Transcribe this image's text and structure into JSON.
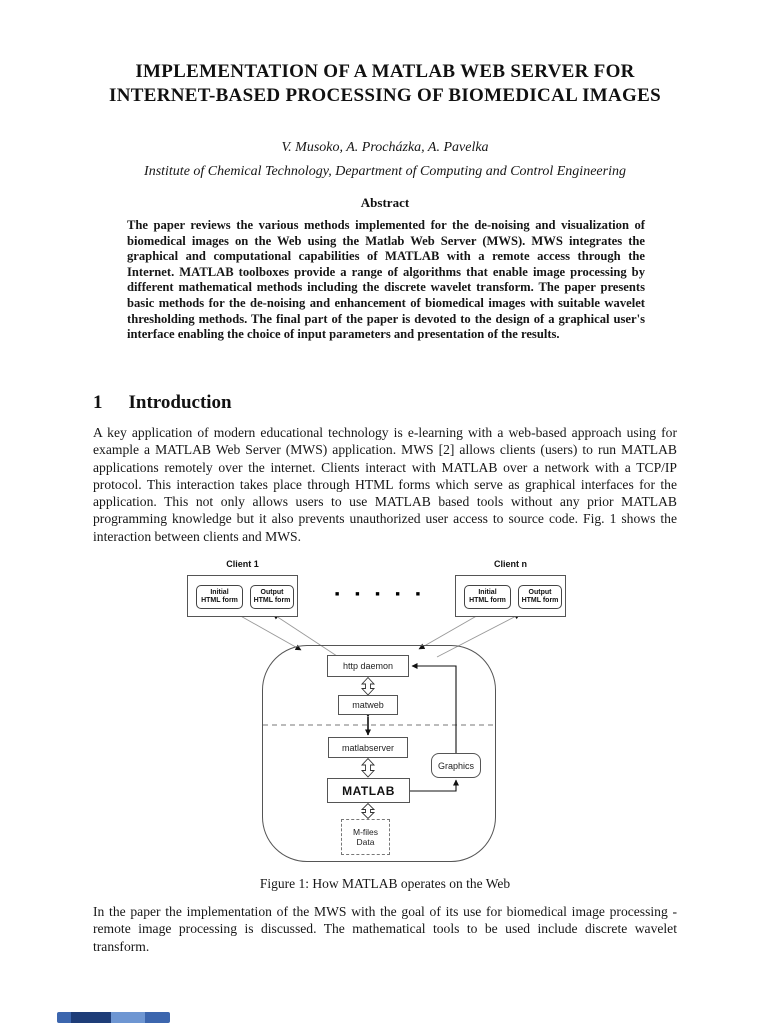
{
  "document": {
    "title": "IMPLEMENTATION OF A MATLAB WEB SERVER FOR INTERNET-BASED PROCESSING OF BIOMEDICAL IMAGES",
    "authors": "V. Musoko, A. Procházka, A. Pavelka",
    "affiliation": "Institute of Chemical Technology, Department of Computing and Control Engineering",
    "abstract": {
      "heading": "Abstract",
      "body": "The paper reviews the various methods implemented for the de-noising and visualization of biomedical images on the Web using the Matlab Web Server (MWS). MWS integrates the graphical and computational capabilities of MATLAB with a remote access through the Internet. MATLAB toolboxes provide a range of algorithms that enable image processing by different mathematical methods including the discrete wavelet transform. The paper presents basic methods for the de-noising and enhancement of biomedical images with suitable wavelet thresholding methods. The final part of the paper is devoted to the design of a graphical user's interface enabling the choice of input parameters and presentation of the results."
    },
    "intro": {
      "number": "1",
      "title": "Introduction",
      "body": "A key application of modern educational technology is e-learning with a web-based approach using for example a MATLAB Web Server (MWS) application. MWS [2] allows clients (users) to run MATLAB applications remotely over the internet. Clients interact with MATLAB over a network with a TCP/IP protocol. This interaction takes place through HTML forms which serve as graphical interfaces for the application. This not only allows users to use MATLAB based tools without any prior MATLAB programming knowledge but it also prevents unauthorized user access to source code. Fig. 1 shows the interaction between clients and MWS."
    },
    "figure": {
      "caption": "Figure 1: How MATLAB operates on the Web",
      "client1_label": "Client 1",
      "clientn_label": "Client n",
      "initial_form_label": "Initial\nHTML form",
      "output_form_label": "Output\nHTML form",
      "dots": "■ ■ ■ ■ ■",
      "nodes": {
        "http_daemon": "http daemon",
        "matweb": "matweb",
        "matlabserver": "matlabserver",
        "matlab": "MATLAB",
        "graphics": "Graphics",
        "mfiles": "M-files\nData"
      }
    },
    "closing": "In the paper the implementation of the MWS with the goal of its use for biomedical image processing - remote image processing is discussed. The mathematical tools to be used include discrete wavelet transform."
  },
  "ui_fragment_bar": {
    "color_dark": "#1e3d78",
    "color_base": "#3c66ae",
    "color_light": "#6e96d2"
  }
}
